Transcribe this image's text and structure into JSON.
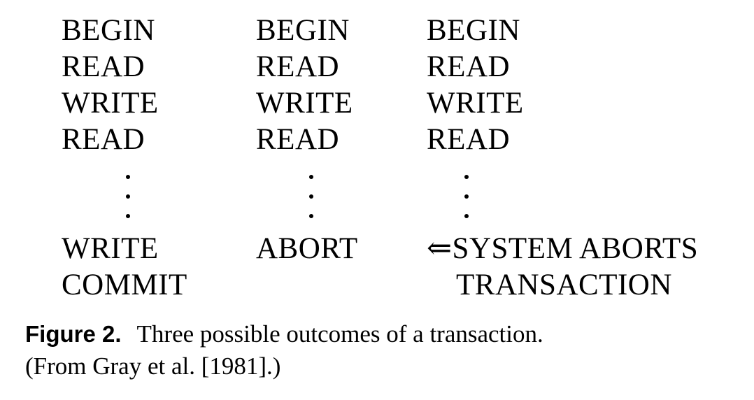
{
  "transactions": [
    {
      "lines_before": [
        "BEGIN",
        "READ",
        "WRITE",
        "READ"
      ],
      "lines_after": [
        "WRITE",
        "COMMIT"
      ]
    },
    {
      "lines_before": [
        "BEGIN",
        "READ",
        "WRITE",
        "READ"
      ],
      "lines_after": [
        "ABORT"
      ]
    },
    {
      "lines_before": [
        "BEGIN",
        "READ",
        "WRITE",
        "READ"
      ],
      "lines_after": [
        "⇐SYSTEM ABORTS",
        "TRANSACTION"
      ]
    }
  ],
  "caption": {
    "label": "Figure 2.",
    "line1": "Three possible outcomes of a transaction.",
    "line2": "(From Gray et al. [1981].)"
  }
}
